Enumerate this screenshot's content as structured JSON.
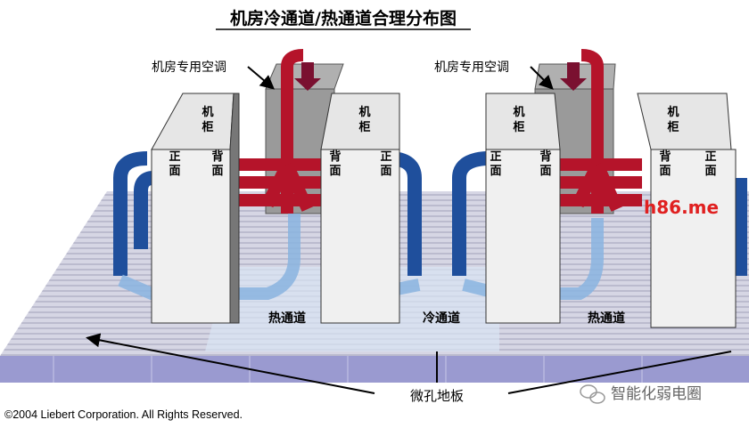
{
  "title": "机房冷通道/热通道合理分布图",
  "crac_label": "机房专用空调",
  "cabinet_label_1": "机",
  "cabinet_label_2": "柜",
  "front_1": "正",
  "front_2": "面",
  "back_1": "背",
  "back_2": "面",
  "hot_aisle": "热通道",
  "cold_aisle": "冷通道",
  "raised_floor": "微孔地板",
  "watermark": "h86.me",
  "copyright": "©2004 Liebert Corporation. All Rights Reserved.",
  "wechat_brand": "智能化弱电圈",
  "colors": {
    "hot": "#b5142a",
    "cold": "#1f4f9c",
    "cold_light": "#8ab4e0",
    "floor": "#9a9ad0",
    "cabinet": "#e8e8e8",
    "crac": "#9a9a9a"
  }
}
